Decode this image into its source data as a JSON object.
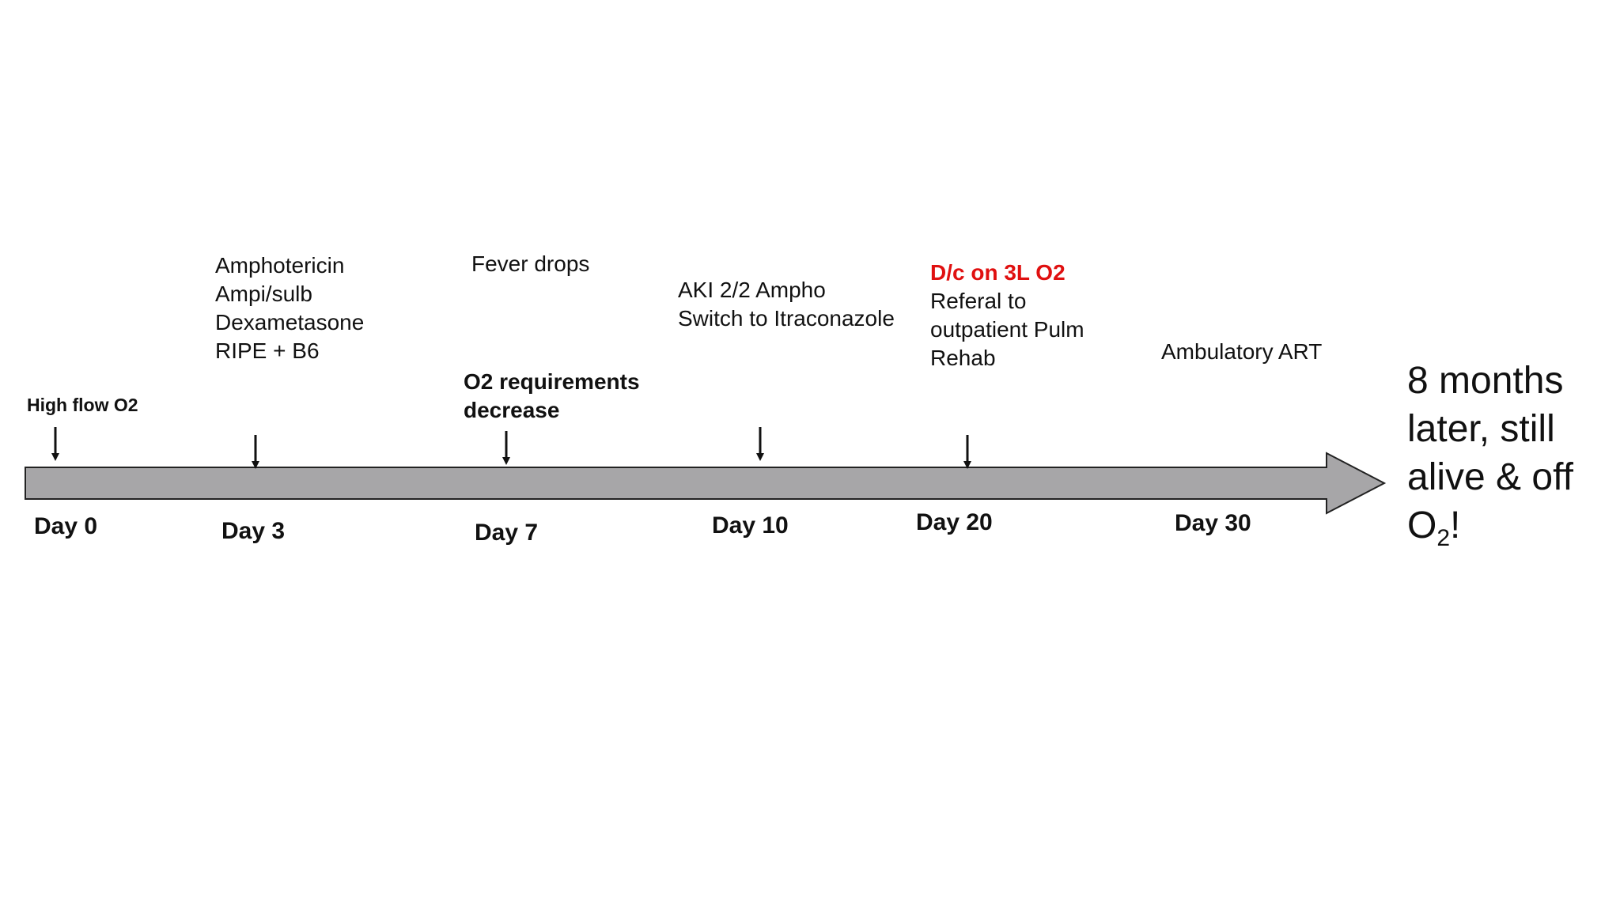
{
  "colors": {
    "arrow_fill": "#a7a6a8",
    "arrow_stroke": "#222222",
    "text": "#111111",
    "highlight": "#e01010"
  },
  "timeline": {
    "days": [
      "Day 0",
      "Day 3",
      "Day 7",
      "Day 10",
      "Day 20",
      "Day 30"
    ]
  },
  "events": {
    "day0": {
      "label": "High flow O2"
    },
    "day3": {
      "lines": [
        "Amphotericin",
        "Ampi/sulb",
        "Dexametasone",
        "RIPE + B6"
      ]
    },
    "day7": {
      "top": "Fever drops",
      "bold_lines": [
        "O2 requirements",
        "decrease"
      ]
    },
    "day10": {
      "lines": [
        "AKI 2/2 Ampho",
        "Switch to  Itraconazole"
      ]
    },
    "day20": {
      "highlight": "D/c on 3L O2",
      "lines": [
        "Referal  to",
        "outpatient Pulm",
        "Rehab"
      ]
    },
    "day30": {
      "label": "Ambulatory ART"
    }
  },
  "outcome": {
    "line1": "8 months",
    "line2": "later, still",
    "line3": "alive & off",
    "line4_main": "O",
    "line4_sub": "2",
    "line4_end": "!"
  }
}
